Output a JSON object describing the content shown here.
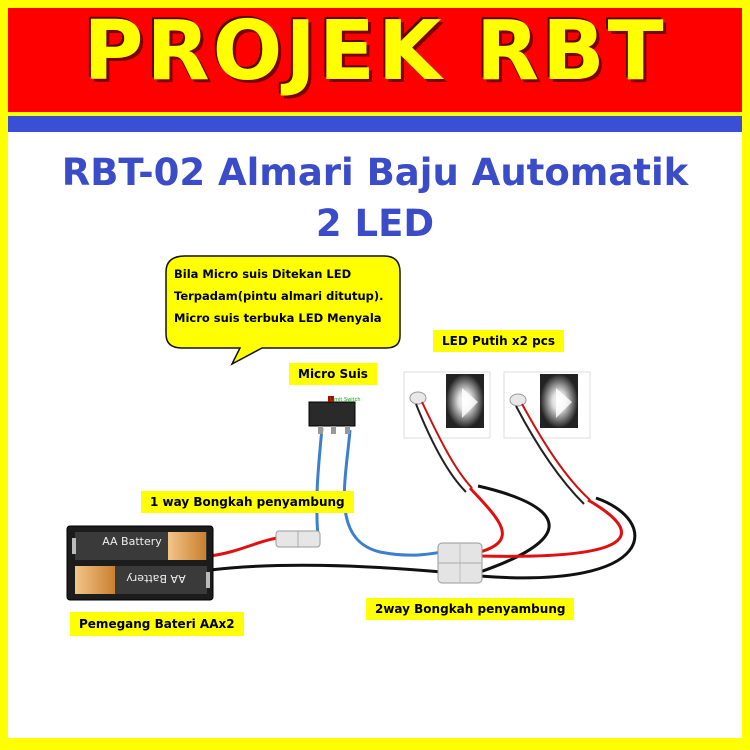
{
  "banner": {
    "title": "PROJEK RBT"
  },
  "heading": {
    "line1": "RBT-02 Almari Baju Automatik",
    "line2": "2 LED"
  },
  "callout": {
    "line1": "Bila Micro suis Ditekan LED",
    "line2": "Terpadam(pintu almari ditutup).",
    "line3": "Micro suis terbuka LED Menyala"
  },
  "labels": {
    "micro_switch": "Micro Suis",
    "led": "LED Putih x2 pcs",
    "connector_1way": "1 way Bongkah penyambung",
    "connector_2way": "2way Bongkah penyambung",
    "battery_holder": "Pemegang Bateri AAx2"
  },
  "battery": {
    "cell_1": "AA Battery",
    "cell_2": "AA Battery"
  },
  "switch": {
    "marking": "Limit Switch"
  },
  "colors": {
    "banner_red": "#ff0000",
    "banner_yellow": "#ffff00",
    "title_blue": "#3b4cc8",
    "wire_red": "#e01010",
    "wire_black": "#111111",
    "wire_blue": "#3a7fd0"
  }
}
